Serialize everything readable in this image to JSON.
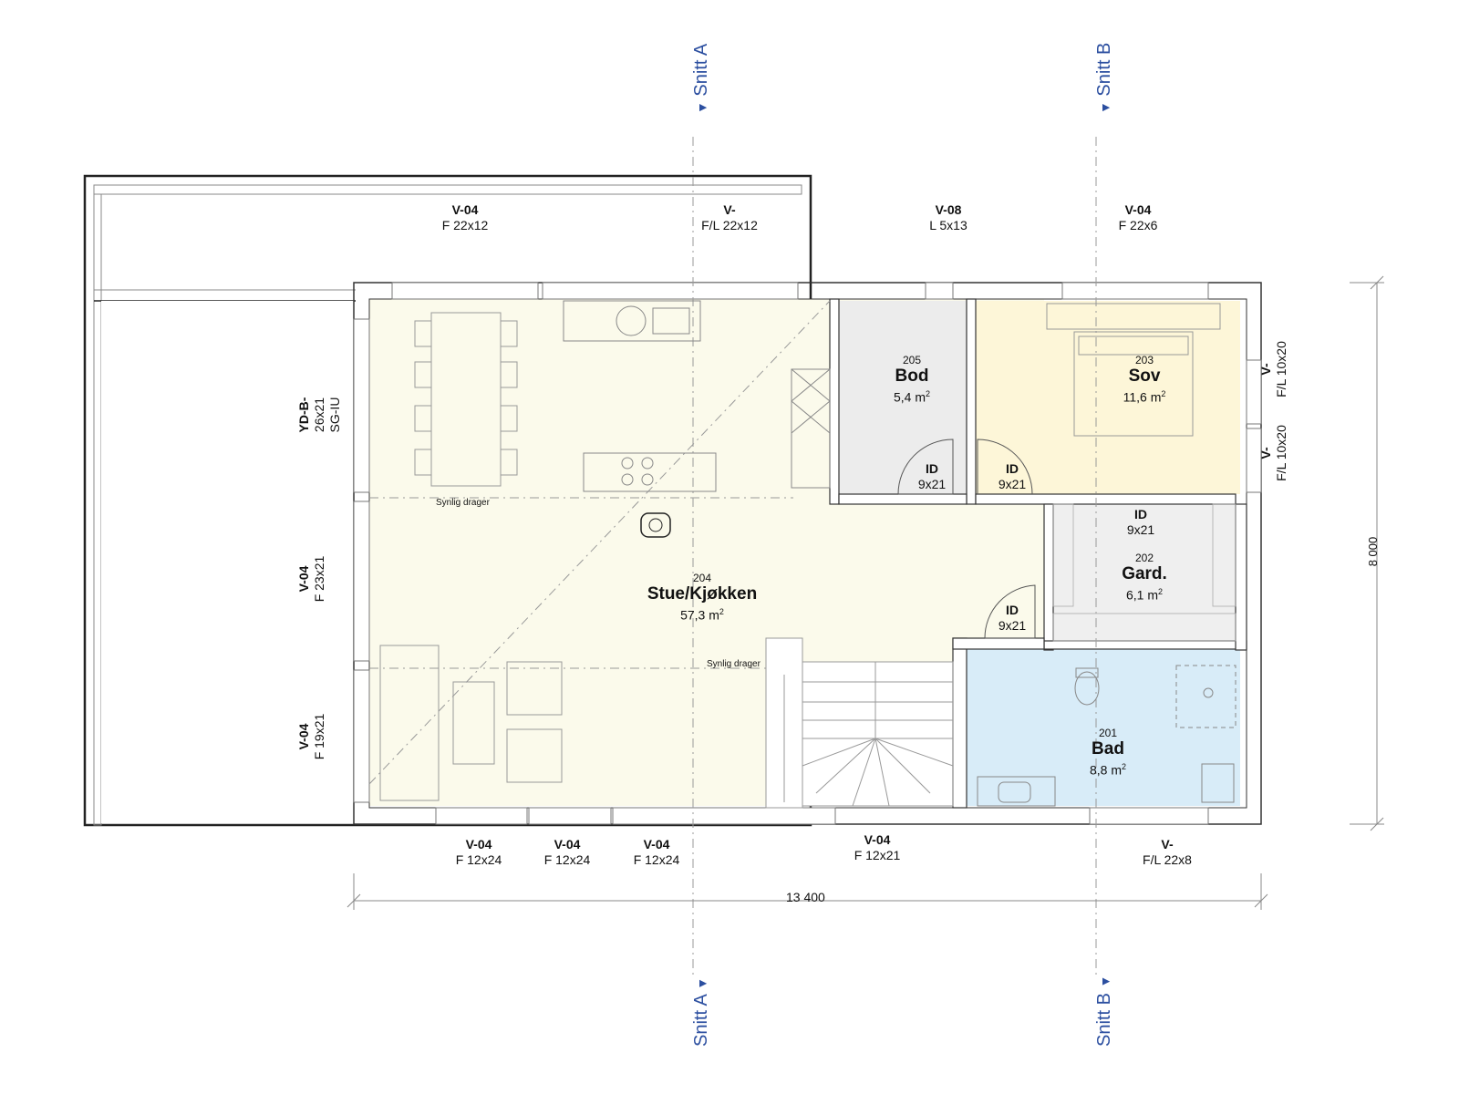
{
  "section_markers": {
    "snitt_a": "Snitt A",
    "snitt_b": "Snitt B",
    "triangle": "▼"
  },
  "rooms": {
    "stue": {
      "number": "204",
      "name": "Stue/Kjøkken",
      "area": "57,3 m",
      "area_unit_sup": "2"
    },
    "bod": {
      "number": "205",
      "name": "Bod",
      "area": "5,4 m",
      "area_unit_sup": "2"
    },
    "sov": {
      "number": "203",
      "name": "Sov",
      "area": "11,6 m",
      "area_unit_sup": "2"
    },
    "gard": {
      "number": "202",
      "name": "Gard.",
      "area": "6,1 m",
      "area_unit_sup": "2"
    },
    "bad": {
      "number": "201",
      "name": "Bad",
      "area": "8,8 m",
      "area_unit_sup": "2"
    }
  },
  "windows_top": [
    {
      "code": "V-04",
      "spec": "F  22x12"
    },
    {
      "code": "V-",
      "spec": "F/L  22x12"
    },
    {
      "code": "V-08",
      "spec": "L  5x13"
    },
    {
      "code": "V-04",
      "spec": "F  22x6"
    }
  ],
  "windows_bottom": [
    {
      "code": "V-04",
      "spec": "F  12x24"
    },
    {
      "code": "V-04",
      "spec": "F  12x24"
    },
    {
      "code": "V-04",
      "spec": "F  12x24"
    },
    {
      "code": "V-04",
      "spec": "F  12x21"
    },
    {
      "code": "V-",
      "spec": "F/L  22x8"
    }
  ],
  "windows_left": [
    {
      "code": "YD-B-",
      "spec": "26x21",
      "extra": "SG-IU"
    },
    {
      "code": "V-04",
      "spec": "F  23x21"
    },
    {
      "code": "V-04",
      "spec": "F  19x21"
    }
  ],
  "windows_right": [
    {
      "code": "V-",
      "spec": "F/L  10x20"
    },
    {
      "code": "V-",
      "spec": "F/L  10x20"
    }
  ],
  "doors": [
    {
      "code": "ID",
      "spec": "9x21"
    },
    {
      "code": "ID",
      "spec": "9x21"
    },
    {
      "code": "ID",
      "spec": "9x21"
    },
    {
      "code": "ID",
      "spec": "9x21"
    }
  ],
  "beam_notes": [
    "Synlig drager",
    "Synlig drager"
  ],
  "dimensions": {
    "width": "13 400",
    "depth": "8 000"
  },
  "colors": {
    "stue_fill": "#fbfaeb",
    "bod_fill": "#ececec",
    "sov_fill": "#fdf6d8",
    "gard_fill": "#efefef",
    "bad_fill": "#d8ecf8",
    "section_blue": "#2c4fa0"
  }
}
